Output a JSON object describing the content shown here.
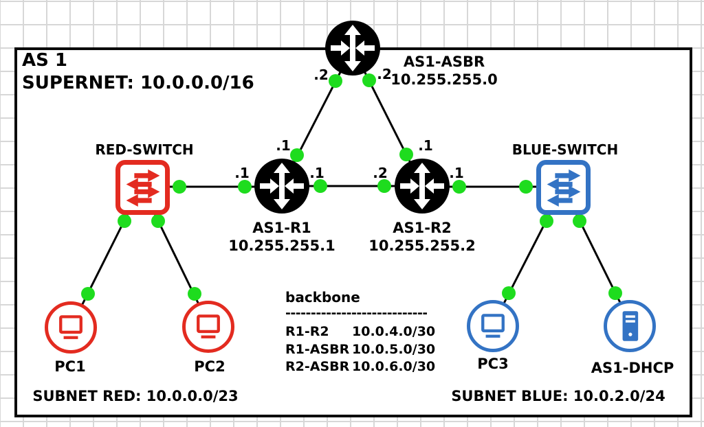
{
  "colors": {
    "red": "#e32b20",
    "blue": "#3373c4",
    "green": "#1edc1e",
    "ink": "#000000"
  },
  "title": {
    "line1": "AS 1",
    "line2": "SUPERNET: 10.0.0.0/16"
  },
  "nodes": {
    "asbr": {
      "name": "AS1-ASBR",
      "ip": "10.255.255.0",
      "type": "router"
    },
    "r1": {
      "name": "AS1-R1",
      "ip": "10.255.255.1",
      "type": "router"
    },
    "r2": {
      "name": "AS1-R2",
      "ip": "10.255.255.2",
      "type": "router"
    },
    "red_switch": {
      "name": "RED-SWITCH",
      "type": "ethernet-switch"
    },
    "blue_switch": {
      "name": "BLUE-SWITCH",
      "type": "ethernet-switch"
    },
    "pc1": {
      "name": "PC1",
      "type": "pc"
    },
    "pc2": {
      "name": "PC2",
      "type": "pc"
    },
    "pc3": {
      "name": "PC3",
      "type": "pc"
    },
    "dhcp": {
      "name": "AS1-DHCP",
      "type": "server"
    }
  },
  "interface_labels": {
    "asbr_to_r1": ".2",
    "asbr_to_r2": ".2",
    "r1_to_asbr": ".1",
    "r2_to_asbr": ".1",
    "r1_to_red_switch": ".1",
    "r1_to_r2": ".1",
    "r2_to_r1": ".2",
    "r2_to_blue_switch": ".1"
  },
  "backbone_table": {
    "title": "backbone",
    "separator": "----------------------------",
    "rows": [
      {
        "link": "R1-R2",
        "subnet": "10.0.4.0/30"
      },
      {
        "link": "R1-ASBR",
        "subnet": "10.0.5.0/30"
      },
      {
        "link": "R2-ASBR",
        "subnet": "10.0.6.0/30"
      }
    ]
  },
  "subnet_red_label": "SUBNET RED: 10.0.0.0/23",
  "subnet_blue_label": "SUBNET BLUE: 10.0.2.0/24"
}
